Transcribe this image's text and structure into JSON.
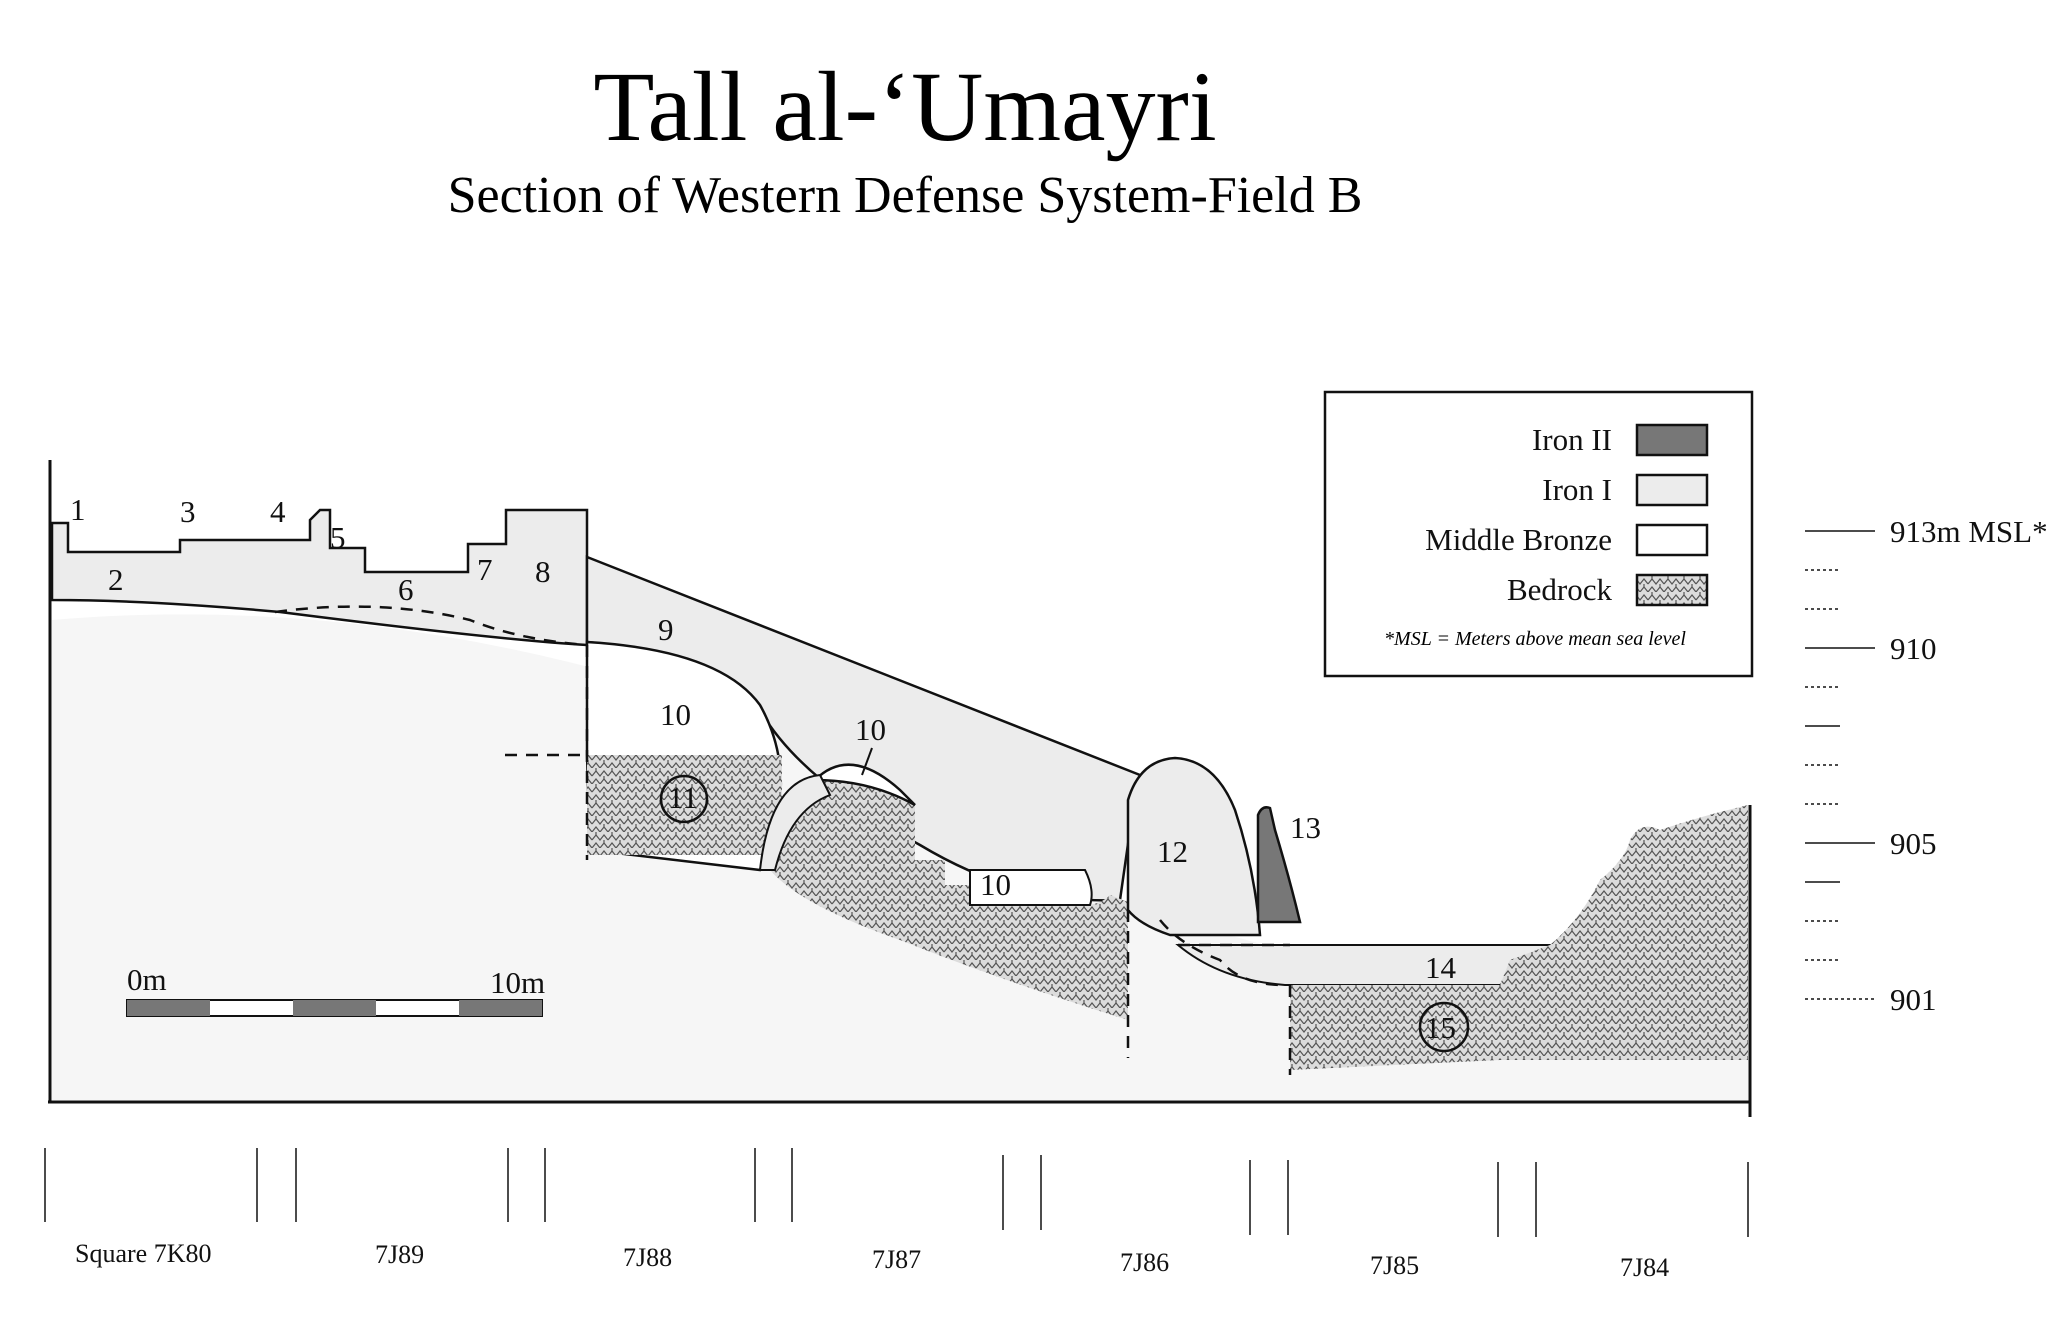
{
  "title": "Tall al-‘Umayri",
  "subtitle": "Section of Western Defense System-Field B",
  "legend": {
    "items": [
      {
        "label": "Iron II",
        "color": "#777777"
      },
      {
        "label": "Iron I",
        "color": "#ececec"
      },
      {
        "label": "Middle Bronze",
        "color": "#ffffff"
      },
      {
        "label": "Bedrock",
        "color": "#dcdcdc"
      }
    ],
    "note": "*MSL = Meters above mean sea level"
  },
  "elevations": [
    "913m MSL*",
    "910",
    "905",
    "901"
  ],
  "squares": [
    "Square 7K80",
    "7J89",
    "7J88",
    "7J87",
    "7J86",
    "7J85",
    "7J84"
  ],
  "scale": {
    "start": "0m",
    "end": "10m"
  },
  "loci": {
    "l1": "1",
    "l2": "2",
    "l3": "3",
    "l4": "4",
    "l5": "5",
    "l6": "6",
    "l7": "7",
    "l8": "8",
    "l9": "9",
    "l10a": "10",
    "l10b": "10",
    "l10c": "10",
    "l11": "11",
    "l12": "12",
    "l13": "13",
    "l14": "14",
    "l15": "15"
  }
}
